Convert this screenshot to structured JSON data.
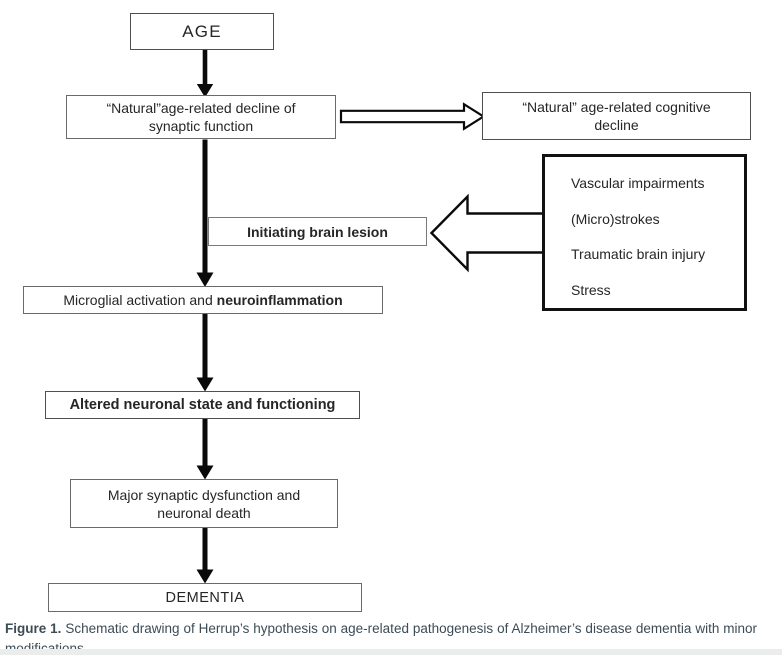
{
  "figure": {
    "nodes": {
      "age": {
        "label": "AGE"
      },
      "decline": {
        "line1": "“Natural”age-related decline of",
        "line2": "synaptic function"
      },
      "cognitive": {
        "line1": "“Natural” age-related cognitive",
        "line2": "decline"
      },
      "lesion": {
        "label": "Initiating brain lesion"
      },
      "causes": {
        "items": [
          "Vascular impairments",
          "(Micro)strokes",
          "Traumatic brain injury",
          "Stress"
        ]
      },
      "microglial": {
        "text_regular": "Microglial activation and ",
        "text_bold": "neuroinflammation"
      },
      "altered": {
        "label": "Altered neuronal state and functioning"
      },
      "major": {
        "line1": "Major synaptic dysfunction and",
        "line2": "neuronal death"
      },
      "dementia": {
        "label": "DEMENTIA"
      }
    },
    "caption": {
      "heading": "Figure 1.",
      "body": " Schematic drawing of Herrup’s hypothesis on age-related pathogenesis of Alzheimer’s disease dementia with minor modifications."
    },
    "colors": {
      "diagram_ink": "#000000",
      "box_border": "#5a5a5a",
      "caption_text": "#3d4b55",
      "page_strip": "#ebecec"
    }
  }
}
